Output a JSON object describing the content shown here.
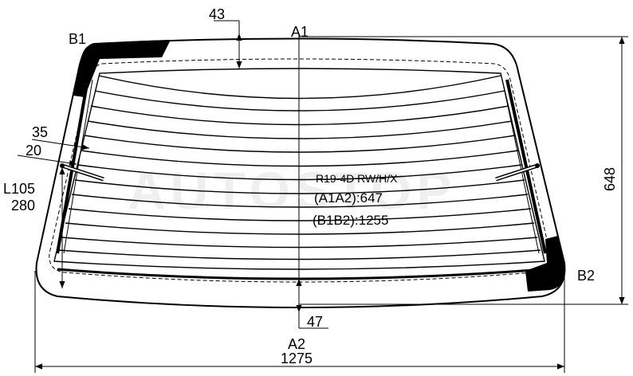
{
  "diagram": {
    "watermark": "AUTOSTOP",
    "model_label": "R19-4D RW/H/X",
    "a1a2_label": "(A1A2):647",
    "b1b2_label": "(B1B2):1255",
    "points": {
      "a1": "A1",
      "a2": "A2",
      "b1": "B1",
      "b2": "B2"
    },
    "dimensions": {
      "top_offset": "43",
      "bottom_offset": "47",
      "width": "1275",
      "height": "648",
      "edge_35": "35",
      "edge_20": "20",
      "l105": "L105",
      "d280": "280"
    }
  }
}
